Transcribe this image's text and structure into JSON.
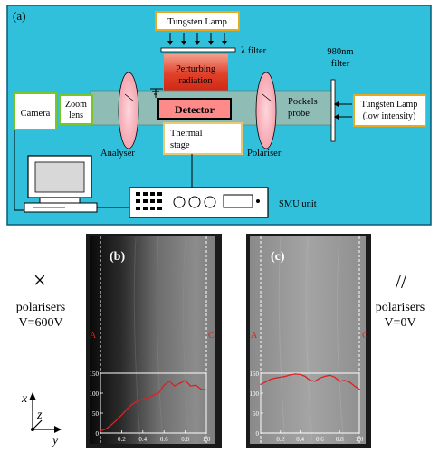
{
  "panel_a": {
    "label": "(a)",
    "tungsten_lamp_top": "Tungsten Lamp",
    "lambda_filter": "λ filter",
    "perturbing_radiation": [
      "Perturbing",
      "radiation"
    ],
    "detector": "Detector",
    "thermal_stage": [
      "Thermal",
      "stage"
    ],
    "camera": "Camera",
    "zoom_lens": [
      "Zoom",
      "lens"
    ],
    "analyser": "Analyser",
    "polariser": "Polariser",
    "pockels_probe": [
      "Pockels",
      "probe"
    ],
    "filter_980": [
      "980nm",
      "filter"
    ],
    "tungsten_lamp_right": [
      "Tungsten Lamp",
      "(low intensity)"
    ],
    "smu_unit": "SMU unit"
  },
  "panel_b": {
    "label": "(b)",
    "marker_left": "A",
    "marker_right": "C",
    "side_symbol": "×",
    "side_text": [
      "polarisers",
      "V=600V"
    ]
  },
  "panel_c": {
    "label": "(c)",
    "marker_left": "A",
    "marker_right": "C",
    "side_symbol": "//",
    "side_text": [
      "polarisers",
      "V=0V"
    ]
  },
  "axes_indicator": {
    "x": "x",
    "y": "y",
    "z": "z"
  },
  "chart_data": [
    {
      "type": "line",
      "x": [
        0.0,
        0.05,
        0.1,
        0.15,
        0.2,
        0.25,
        0.3,
        0.35,
        0.4,
        0.45,
        0.5,
        0.55,
        0.6,
        0.65,
        0.7,
        0.75,
        0.8,
        0.85,
        0.9,
        0.95,
        1.0
      ],
      "y": [
        5,
        10,
        20,
        32,
        45,
        60,
        72,
        80,
        85,
        88,
        95,
        100,
        120,
        130,
        118,
        125,
        132,
        118,
        120,
        110,
        108
      ],
      "xticks": [
        "0.2",
        "0.4",
        "0.6",
        "0.8",
        "1.0"
      ],
      "yticks": [
        "0",
        "50",
        "100",
        "150"
      ],
      "ylim": [
        0,
        150
      ],
      "xlim": [
        0,
        1
      ],
      "color": "#e02020"
    },
    {
      "type": "line",
      "x": [
        0.0,
        0.05,
        0.1,
        0.15,
        0.2,
        0.25,
        0.3,
        0.35,
        0.4,
        0.45,
        0.5,
        0.55,
        0.6,
        0.65,
        0.7,
        0.75,
        0.8,
        0.85,
        0.9,
        0.95,
        1.0
      ],
      "y": [
        122,
        128,
        135,
        138,
        140,
        142,
        146,
        148,
        147,
        142,
        132,
        130,
        138,
        142,
        145,
        140,
        130,
        132,
        128,
        118,
        110
      ],
      "xticks": [
        "0.2",
        "0.4",
        "0.6",
        "0.8",
        "1.0"
      ],
      "yticks": [
        "0",
        "50",
        "100",
        "150"
      ],
      "ylim": [
        0,
        150
      ],
      "xlim": [
        0,
        1
      ],
      "color": "#e02020"
    }
  ]
}
